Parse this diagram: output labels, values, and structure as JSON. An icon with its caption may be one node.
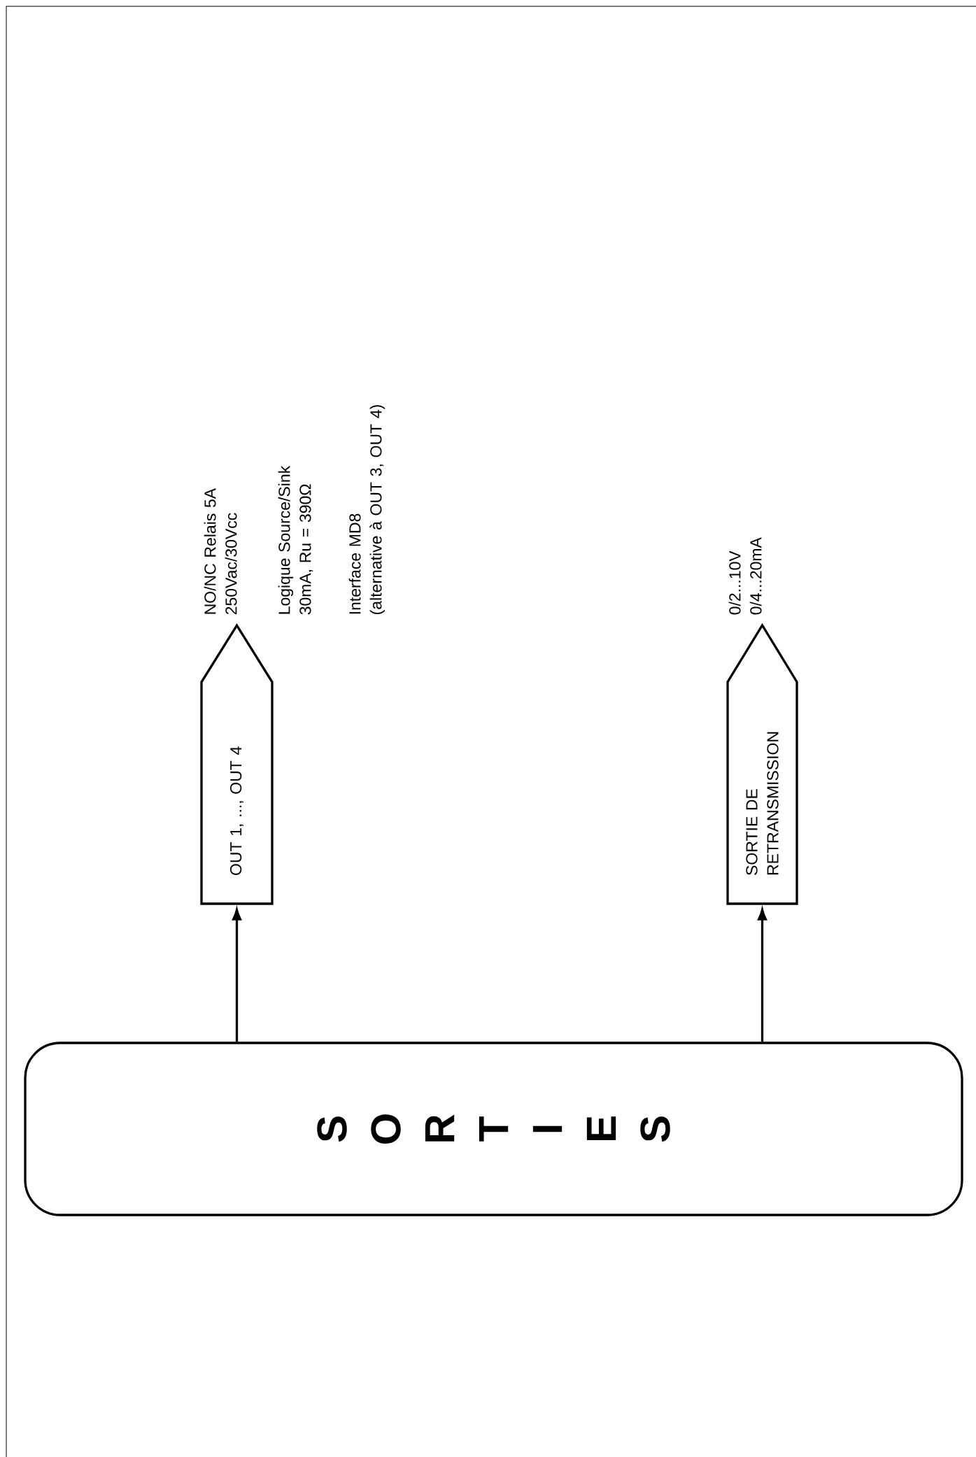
{
  "diagram": {
    "nodes": [
      {
        "text": [
          "OUT 1, ..., OUT 4"
        ],
        "beside": [
          "NO/NC Relais 5A 250Vac/30Vcc",
          "Logique Source/Sink 30mA, Ru = 390Ω",
          "Interface MD8 (alternative à OUT 3, OUT 4)"
        ]
      },
      {
        "text": [
          "SORTIE DE RETRANSMISSION"
        ],
        "beside": [
          "0/2...10V 0/4...20mA"
        ]
      },
      {
        "text": [
          "S O R T I E S"
        ]
      }
    ],
    "edges": [
      {
        "from": 2,
        "to": 0,
        "arrow": "to"
      },
      {
        "from": 2,
        "to": 1,
        "arrow": "to"
      }
    ]
  }
}
